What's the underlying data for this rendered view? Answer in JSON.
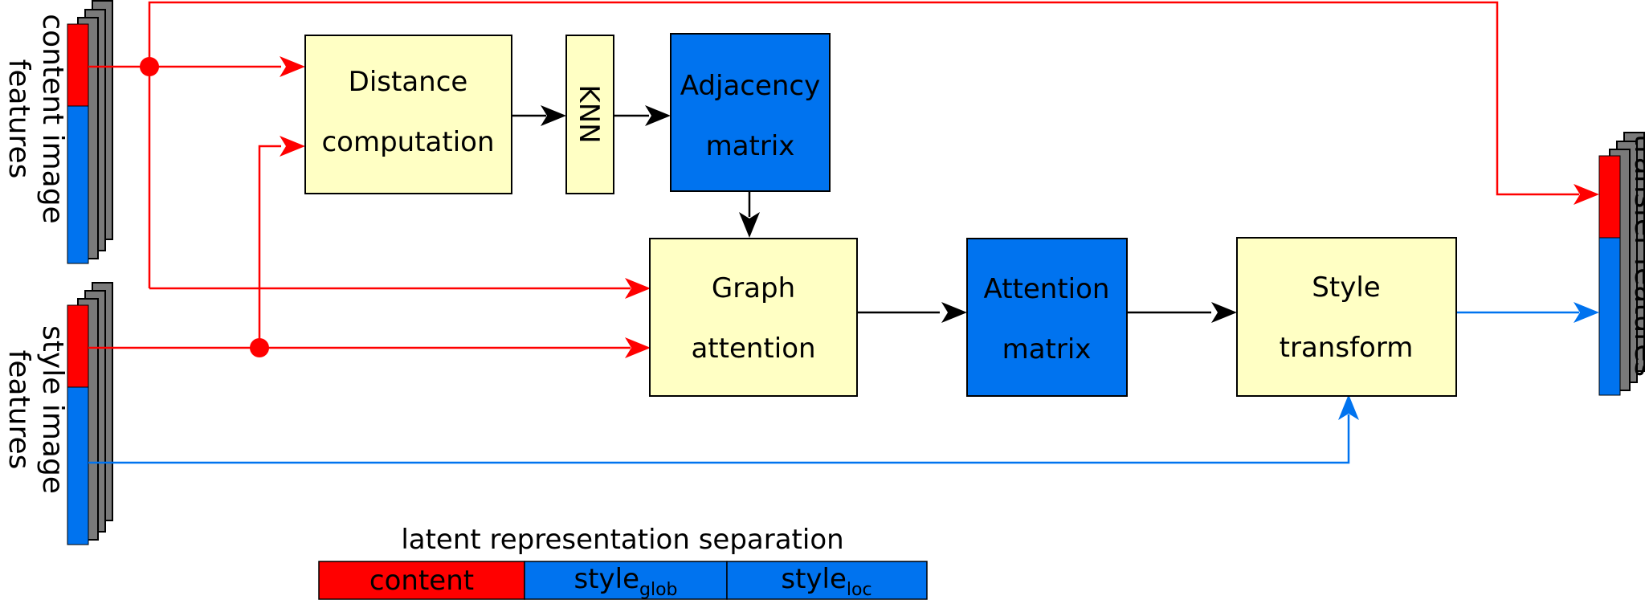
{
  "colors": {
    "content": "#ff0000",
    "style": "#0073ef",
    "box_yellow": "#ffffc4",
    "box_blue": "#0073ef",
    "stack_gray": "#7a7a7a",
    "arrow_black": "#000000"
  },
  "inputs": {
    "content_label_line1": "content image",
    "content_label_line2": "features",
    "style_label_line1": "style image",
    "style_label_line2": "features"
  },
  "output": {
    "label": "transfer features"
  },
  "nodes": {
    "distance_line1": "Distance",
    "distance_line2": "computation",
    "knn": "KNN",
    "adjacency_line1": "Adjacency",
    "adjacency_line2": "matrix",
    "graph_line1": "Graph",
    "graph_line2": "attention",
    "attention_line1": "Attention",
    "attention_line2": "matrix",
    "style_transform_line1": "Style",
    "style_transform_line2": "transform"
  },
  "legend": {
    "title": "latent representation separation",
    "content": "content",
    "style_glob_main": "style",
    "style_glob_sub": "glob",
    "style_loc_main": "style",
    "style_loc_sub": "loc"
  }
}
